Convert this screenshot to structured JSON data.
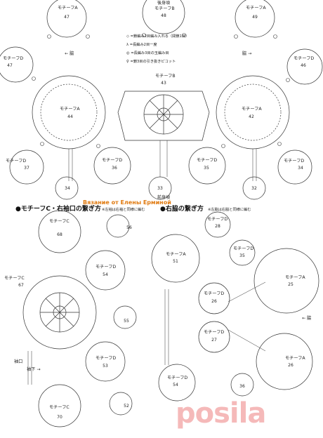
{
  "top": {
    "back_center": "後身頃",
    "front_center": "前身頃",
    "motif_b": "モチーフB",
    "legend": [
      {
        "symbol": "◇",
        "text": "=鎖編み2目編み入れる（間鎖1目）"
      },
      {
        "symbol": "λ",
        "text": "=長編み2目一度"
      },
      {
        "symbol": "◎",
        "text": "=長編み3目の玉編み目"
      },
      {
        "symbol": "♀",
        "text": "=鎖3目の引き抜きピコット"
      }
    ],
    "side_label": "脇",
    "motifs": [
      {
        "label": "モチーフA",
        "num": "47"
      },
      {
        "label": "モチーフB",
        "num": "48"
      },
      {
        "label": "モチーフA",
        "num": "49"
      },
      {
        "label": "モチーフD",
        "num": "47"
      },
      {
        "label": "モチーフD",
        "num": "46"
      },
      {
        "label": "モチーフA",
        "num": "44"
      },
      {
        "label": "モチーフB",
        "num": "43"
      },
      {
        "label": "モチーフA",
        "num": "42"
      },
      {
        "label": "モチーフD",
        "num": "37"
      },
      {
        "label": "モチーフD",
        "num": "36"
      },
      {
        "label": "モチーフD",
        "num": "35"
      },
      {
        "label": "モチーフD",
        "num": "34"
      },
      {
        "label": "",
        "num": "34"
      },
      {
        "label": "",
        "num": "33"
      },
      {
        "label": "",
        "num": "32"
      }
    ]
  },
  "credit": "Вязание от Елены Ерминой",
  "left_section": {
    "title": "●モチーフC・右袖口の繋ぎ方",
    "note": "※左袖は右袖と同様に編む",
    "cuff_label": "袖口",
    "mark_label": "袖下",
    "motifs": [
      {
        "label": "モチーフC",
        "num": "68"
      },
      {
        "label": "",
        "num": "56"
      },
      {
        "label": "モチーフD",
        "num": "54"
      },
      {
        "label": "モチーフC",
        "num": "67"
      },
      {
        "label": "",
        "num": "55"
      },
      {
        "label": "モチーフD",
        "num": "53"
      },
      {
        "label": "モチーフC",
        "num": "70"
      },
      {
        "label": "",
        "num": "52"
      }
    ]
  },
  "right_section": {
    "title": "●右脇の繋ぎ方",
    "note": "※左脇は右脇と同様に編む",
    "side_mark": "脇",
    "motifs": [
      {
        "label": "モチーフD",
        "num": "28"
      },
      {
        "label": "モチーフA",
        "num": "51"
      },
      {
        "label": "モチーフD",
        "num": "35"
      },
      {
        "label": "モチーフA",
        "num": "25"
      },
      {
        "label": "モチーフD",
        "num": "26"
      },
      {
        "label": "モチーフD",
        "num": "27"
      },
      {
        "label": "モチーフA",
        "num": "26"
      },
      {
        "label": "モチーフD",
        "num": "54"
      },
      {
        "label": "",
        "num": "36"
      }
    ]
  },
  "watermark": "posila"
}
